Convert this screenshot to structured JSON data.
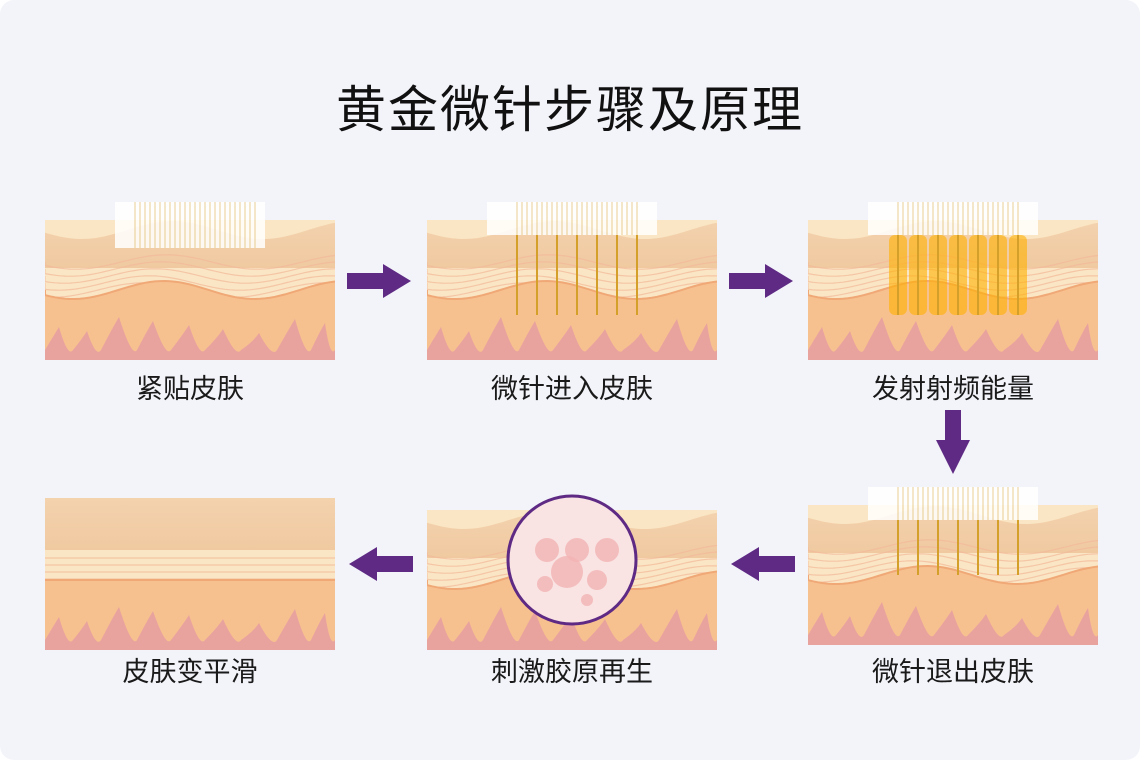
{
  "title": "黄金微针步骤及原理",
  "steps": [
    {
      "label": "紧贴皮肤",
      "icon": "skin-needle-contact-illustration"
    },
    {
      "label": "微针进入皮肤",
      "icon": "skin-needle-insert-illustration"
    },
    {
      "label": "发射射频能量",
      "icon": "skin-radiofrequency-illustration"
    },
    {
      "label": "微针退出皮肤",
      "icon": "skin-needle-withdraw-illustration"
    },
    {
      "label": "刺激胶原再生",
      "icon": "collagen-regeneration-illustration"
    },
    {
      "label": "皮肤变平滑",
      "icon": "smooth-skin-illustration"
    }
  ],
  "colors": {
    "arrow": "#5e2a84",
    "background": "#f3f4fa",
    "epidermis": "#f6d3a8",
    "dermis_light": "#fae6c4",
    "dermis": "#f7c18f",
    "hypodermis": "#e9a39e",
    "needle": "#d4a02a",
    "energy": "#ffb000"
  }
}
